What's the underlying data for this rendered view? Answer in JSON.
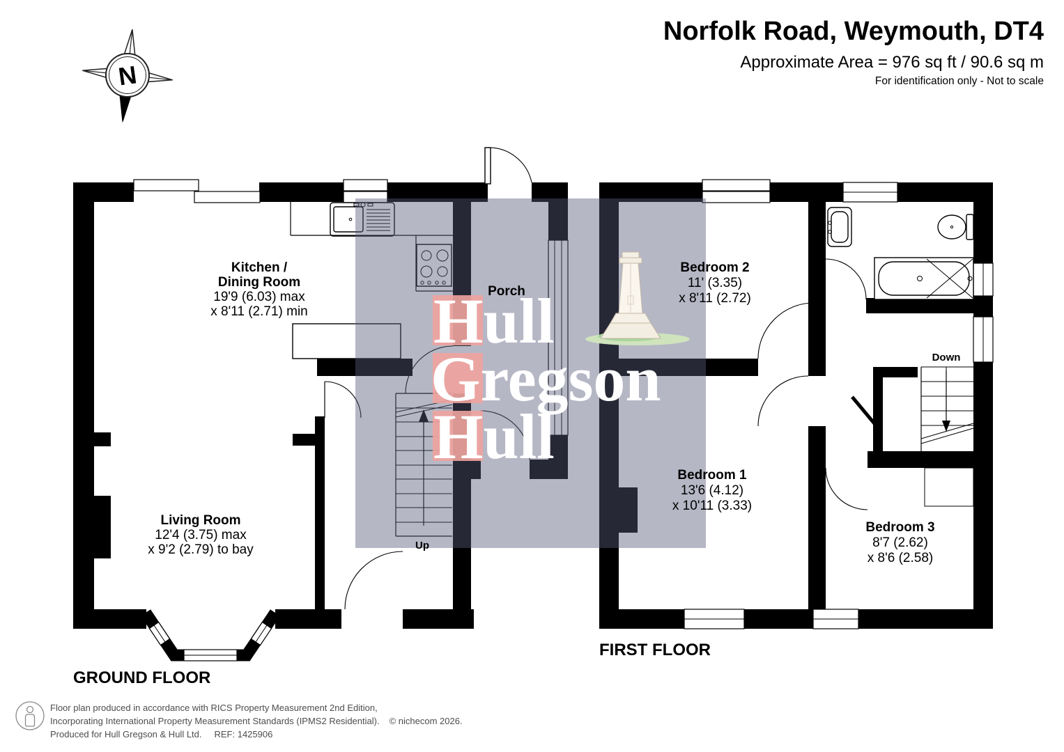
{
  "header": {
    "title": "Norfolk Road, Weymouth, DT4",
    "area": "Approximate Area = 976 sq ft / 90.6 sq m",
    "note": "For identification only - Not to scale"
  },
  "compass": {
    "label": "N"
  },
  "watermark": {
    "line1": "Hull",
    "line2": "Gregson",
    "line3": "Hull",
    "accent_color": "#efa39d",
    "overlay_color": "rgba(88,90,122,0.44)"
  },
  "ground_floor": {
    "label": "GROUND FLOOR",
    "stairs_label": "Up",
    "rooms": {
      "kitchen": {
        "name_line1": "Kitchen /",
        "name_line2": "Dining Room",
        "dim_line1": "19'9 (6.03) max",
        "dim_line2": "x 8'11 (2.71) min"
      },
      "porch": {
        "name": "Porch"
      },
      "living": {
        "name": "Living Room",
        "dim_line1": "12'4 (3.75) max",
        "dim_line2": "x 9'2 (2.79) to bay"
      }
    }
  },
  "first_floor": {
    "label": "FIRST FLOOR",
    "stairs_label": "Down",
    "rooms": {
      "bedroom2": {
        "name": "Bedroom 2",
        "dim_line1": "11' (3.35)",
        "dim_line2": "x 8'11 (2.72)"
      },
      "bedroom1": {
        "name": "Bedroom 1",
        "dim_line1": "13'6 (4.12)",
        "dim_line2": "x 10'11 (3.33)"
      },
      "bedroom3": {
        "name": "Bedroom 3",
        "dim_line1": "8'7 (2.62)",
        "dim_line2": "x 8'6 (2.58)"
      }
    }
  },
  "footer": {
    "line1": "Floor plan produced in accordance with RICS Property Measurement 2nd Edition,",
    "line2": "Incorporating International Property Measurement Standards (IPMS2 Residential).",
    "copyright": "© nichecom 2026.",
    "line3": "Produced for Hull Gregson & Hull Ltd.",
    "ref": "REF: 1425906"
  }
}
